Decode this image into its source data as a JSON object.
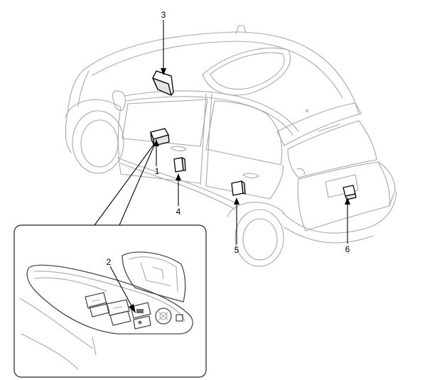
{
  "callouts": [
    {
      "id": "1",
      "label": "1"
    },
    {
      "id": "2",
      "label": "2"
    },
    {
      "id": "3",
      "label": "3"
    },
    {
      "id": "4",
      "label": "4"
    },
    {
      "id": "5",
      "label": "5"
    },
    {
      "id": "6",
      "label": "6"
    }
  ],
  "colors": {
    "line": "#a8a8a8",
    "ink": "#000000",
    "background": "#ffffff"
  }
}
